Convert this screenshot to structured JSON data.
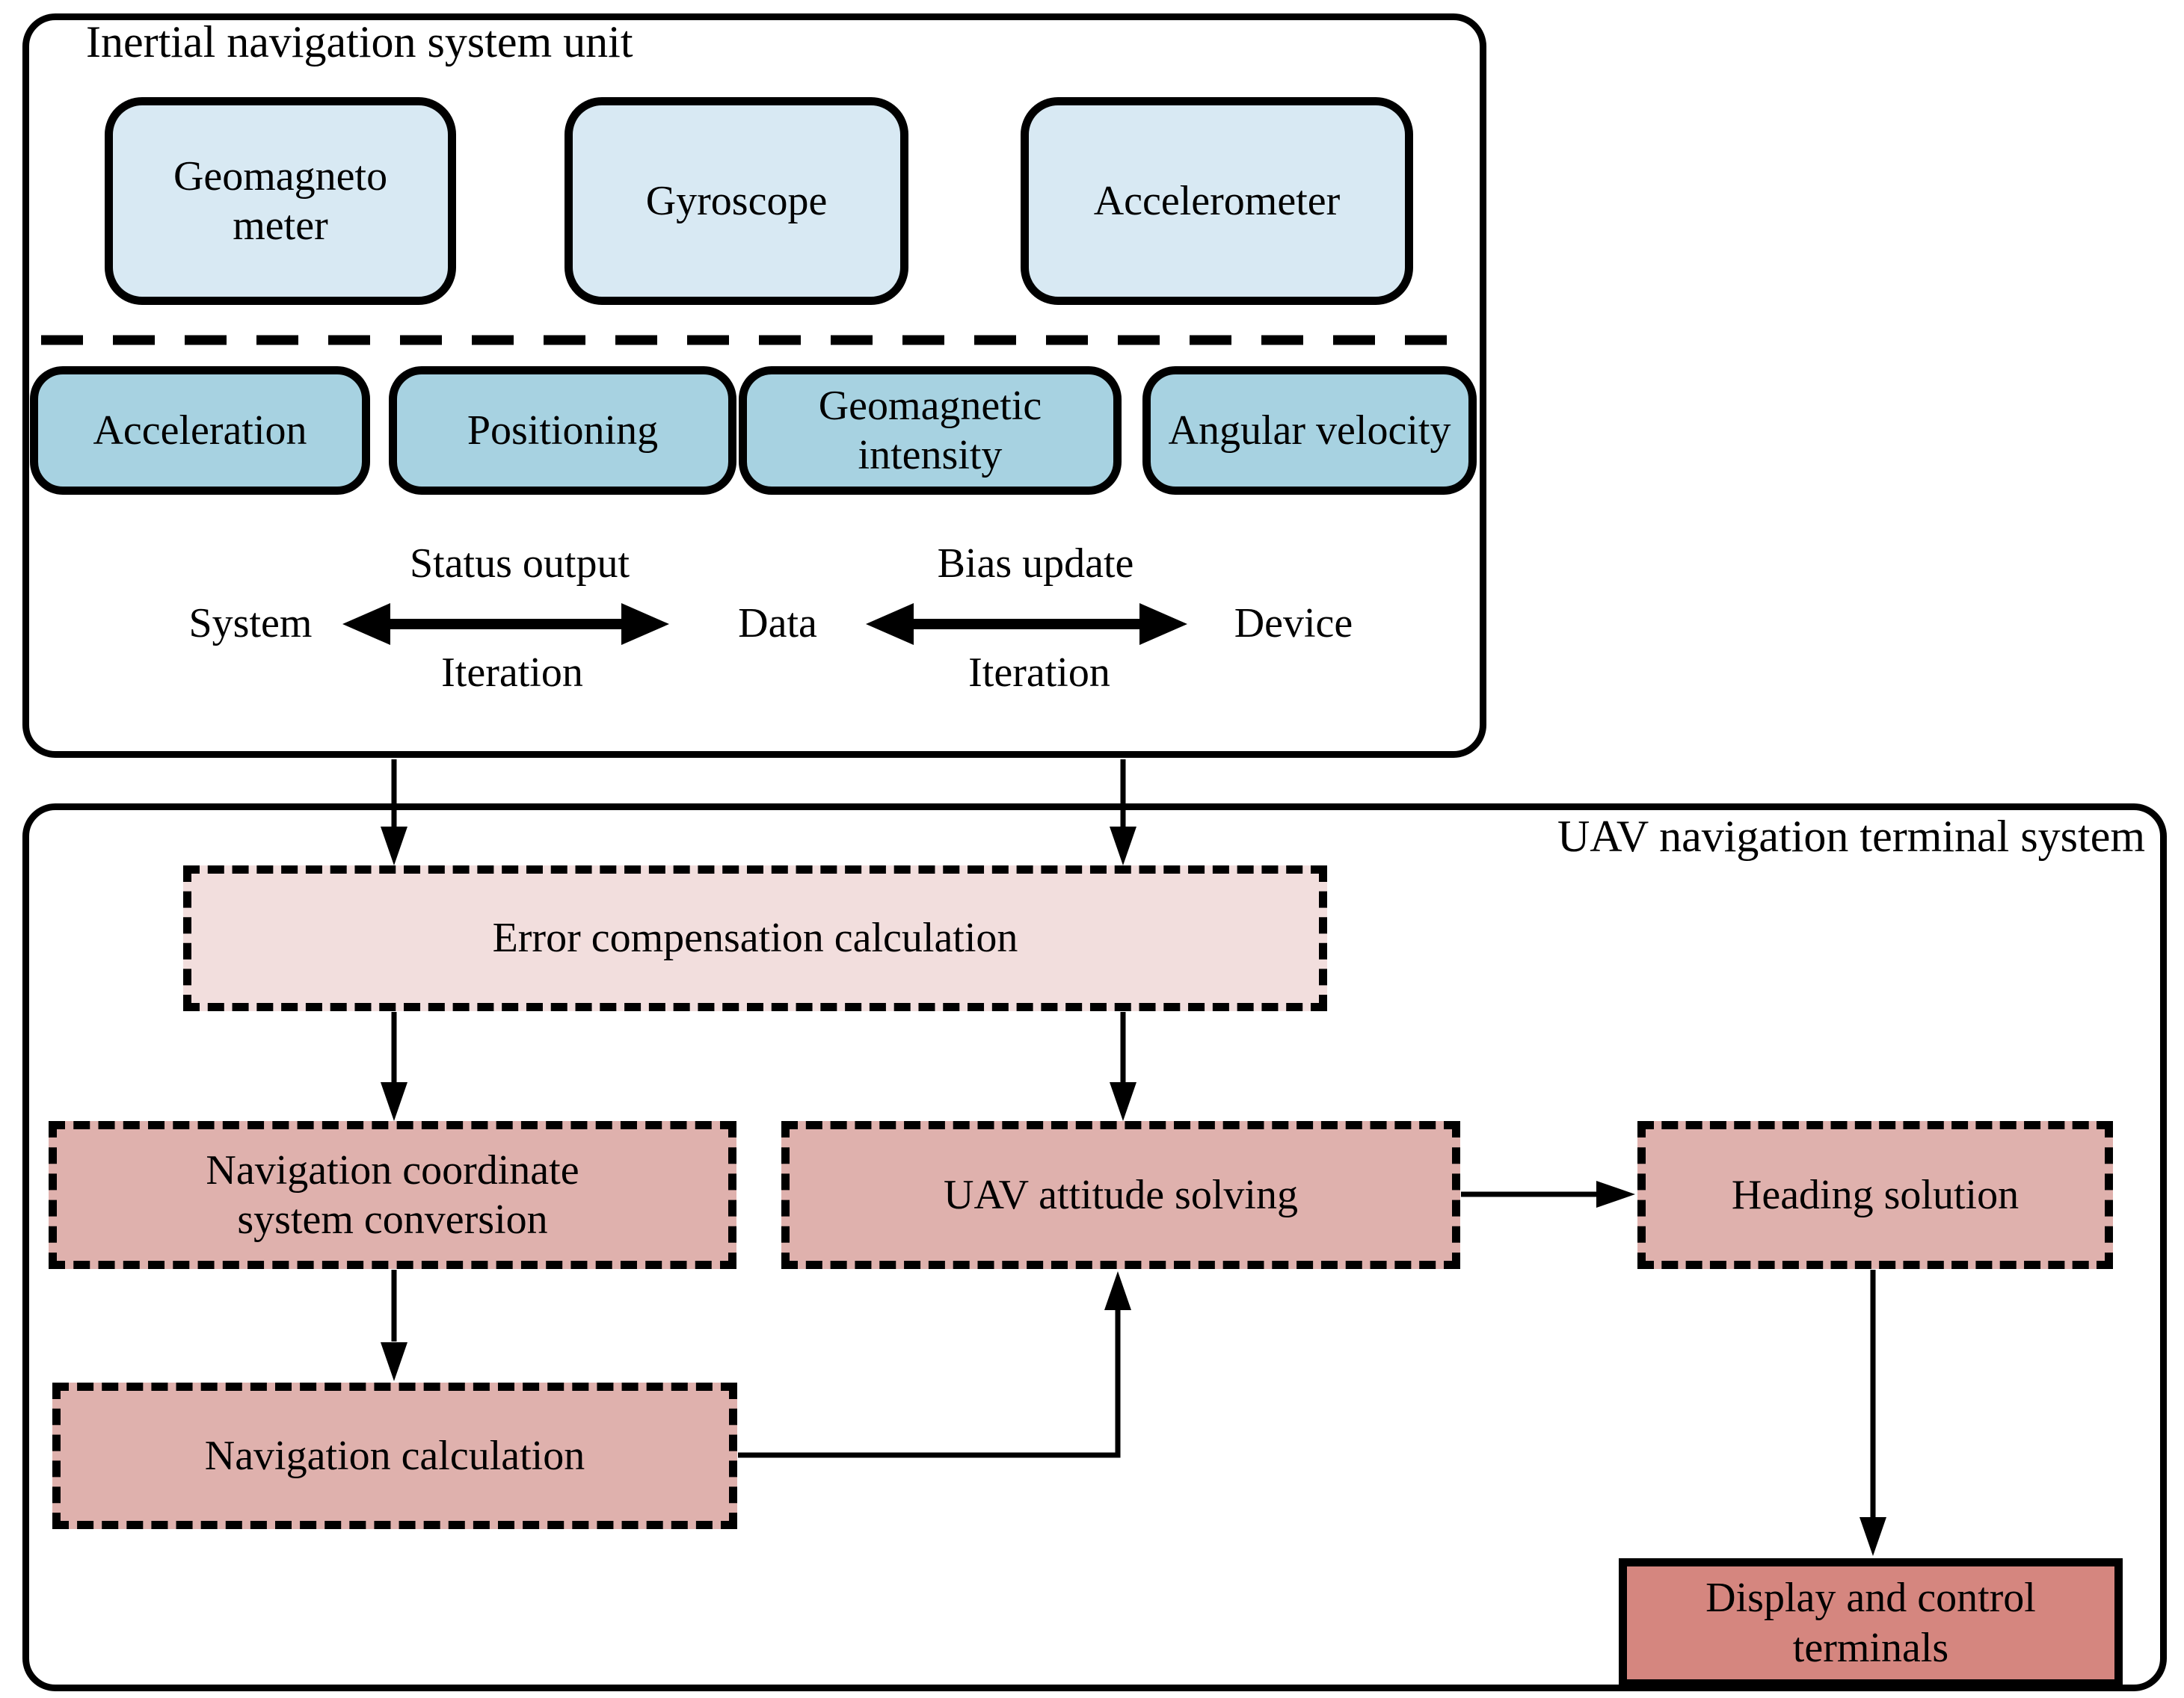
{
  "top_panel": {
    "title": "Inertial navigation system unit",
    "sensors": [
      {
        "label": "Geomagneto meter"
      },
      {
        "label": "Gyroscope"
      },
      {
        "label": "Accelerometer"
      }
    ],
    "outputs": [
      {
        "label": "Acceleration"
      },
      {
        "label": "Positioning"
      },
      {
        "label": "Geomagnetic intensity"
      },
      {
        "label": "Angular velocity"
      }
    ],
    "exchange": {
      "left_node": "System",
      "middle_node": "Data",
      "right_node": "Device",
      "left_arrow_top": "Status output",
      "left_arrow_bottom": "Iteration",
      "right_arrow_top": "Bias update",
      "right_arrow_bottom": "Iteration"
    }
  },
  "bottom_panel": {
    "title": "UAV navigation terminal system",
    "nodes": {
      "error": "Error compensation calculation",
      "nav_coord": "Navigation coordinate system conversion",
      "attitude": "UAV attitude solving",
      "heading": "Heading solution",
      "nav_calc": "Navigation calculation",
      "display": "Display and control terminals"
    }
  },
  "colors": {
    "sensor_fill": "#d8e9f3",
    "output_fill": "#a7d2e1",
    "error_fill": "#f2dedd",
    "process_fill": "#dfb1ad",
    "display_fill": "#d5867f",
    "line": "#000000"
  }
}
